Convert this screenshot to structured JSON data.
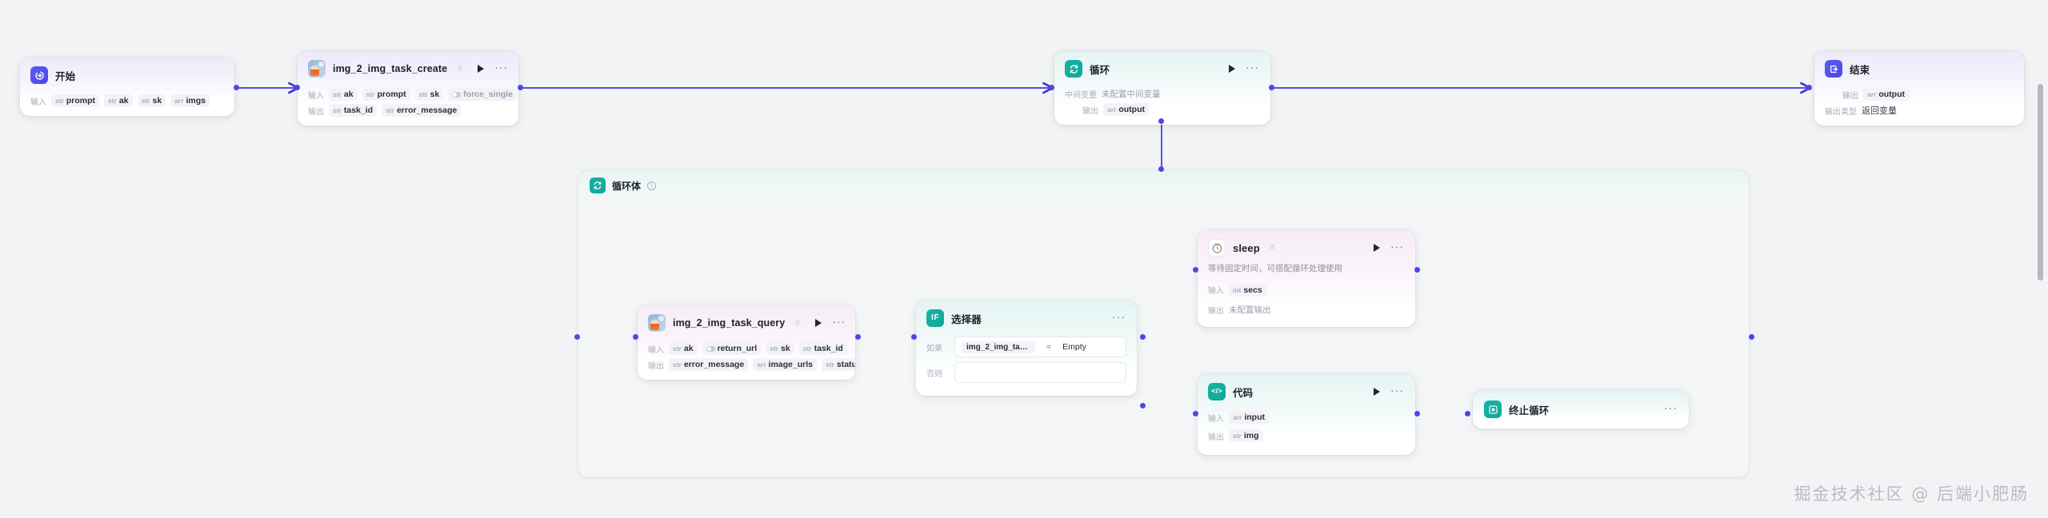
{
  "canvas": {
    "background": "#f2f3f5",
    "accent": "#4f46e5",
    "teal": "#17b3a3"
  },
  "watermark": "掘金技术社区 @ 后端小肥肠",
  "labels": {
    "input": "输入",
    "output": "输出",
    "mid_var": "中间变量",
    "output_type": "输出类型",
    "if": "如果",
    "else": "否则"
  },
  "nodes": {
    "start": {
      "title": "开始",
      "icon": "start-icon",
      "inputs": [
        {
          "type": "str",
          "name": "prompt"
        },
        {
          "type": "str",
          "name": "ak"
        },
        {
          "type": "str",
          "name": "sk"
        },
        {
          "type": "arr",
          "name": "imgs"
        }
      ]
    },
    "task_create": {
      "title": "img_2_img_task_create",
      "icon": "plugin-avatar-icon",
      "badge": "plugin-icon",
      "inputs": [
        {
          "type": "str",
          "name": "ak"
        },
        {
          "type": "str",
          "name": "prompt"
        },
        {
          "type": "str",
          "name": "sk"
        },
        {
          "type": "bool",
          "name": "force_single"
        }
      ],
      "inputs_overflow": "···",
      "outputs": [
        {
          "type": "str",
          "name": "task_id"
        },
        {
          "type": "str",
          "name": "error_message"
        }
      ]
    },
    "loop": {
      "title": "循环",
      "icon": "loop-icon",
      "mid_var_value": "未配置中间变量",
      "outputs": [
        {
          "type": "arr",
          "name": "output"
        }
      ]
    },
    "end": {
      "title": "结束",
      "icon": "end-icon",
      "outputs": [
        {
          "type": "arr",
          "name": "output"
        }
      ],
      "output_type_value": "返回变量"
    },
    "loop_body": {
      "title": "循环体",
      "icon": "loop-icon",
      "info": "info-icon"
    },
    "task_query": {
      "title": "img_2_img_task_query",
      "icon": "plugin-avatar-icon",
      "badge": "plugin-icon",
      "inputs": [
        {
          "type": "str",
          "name": "ak"
        },
        {
          "type": "bool",
          "name": "return_url"
        },
        {
          "type": "str",
          "name": "sk"
        },
        {
          "type": "str",
          "name": "task_id"
        }
      ],
      "outputs": [
        {
          "type": "str",
          "name": "error_message"
        },
        {
          "type": "arr",
          "name": "image_urls"
        },
        {
          "type": "str",
          "name": "status"
        }
      ]
    },
    "selector": {
      "title": "选择器",
      "icon": "if-icon",
      "if_var": "img_2_img_task···",
      "if_op": "=",
      "if_value": "Empty",
      "else_value": ""
    },
    "sleep": {
      "title": "sleep",
      "icon": "clock-icon",
      "badge": "plugin-icon",
      "description": "等待固定时间，可搭配循环处理使用",
      "inputs": [
        {
          "type": "int",
          "name": "secs"
        }
      ],
      "output_value": "未配置输出"
    },
    "code": {
      "title": "代码",
      "icon": "code-icon",
      "inputs": [
        {
          "type": "arr",
          "name": "input"
        }
      ],
      "outputs": [
        {
          "type": "str",
          "name": "img"
        }
      ]
    },
    "break_loop": {
      "title": "终止循环",
      "icon": "break-icon"
    }
  }
}
